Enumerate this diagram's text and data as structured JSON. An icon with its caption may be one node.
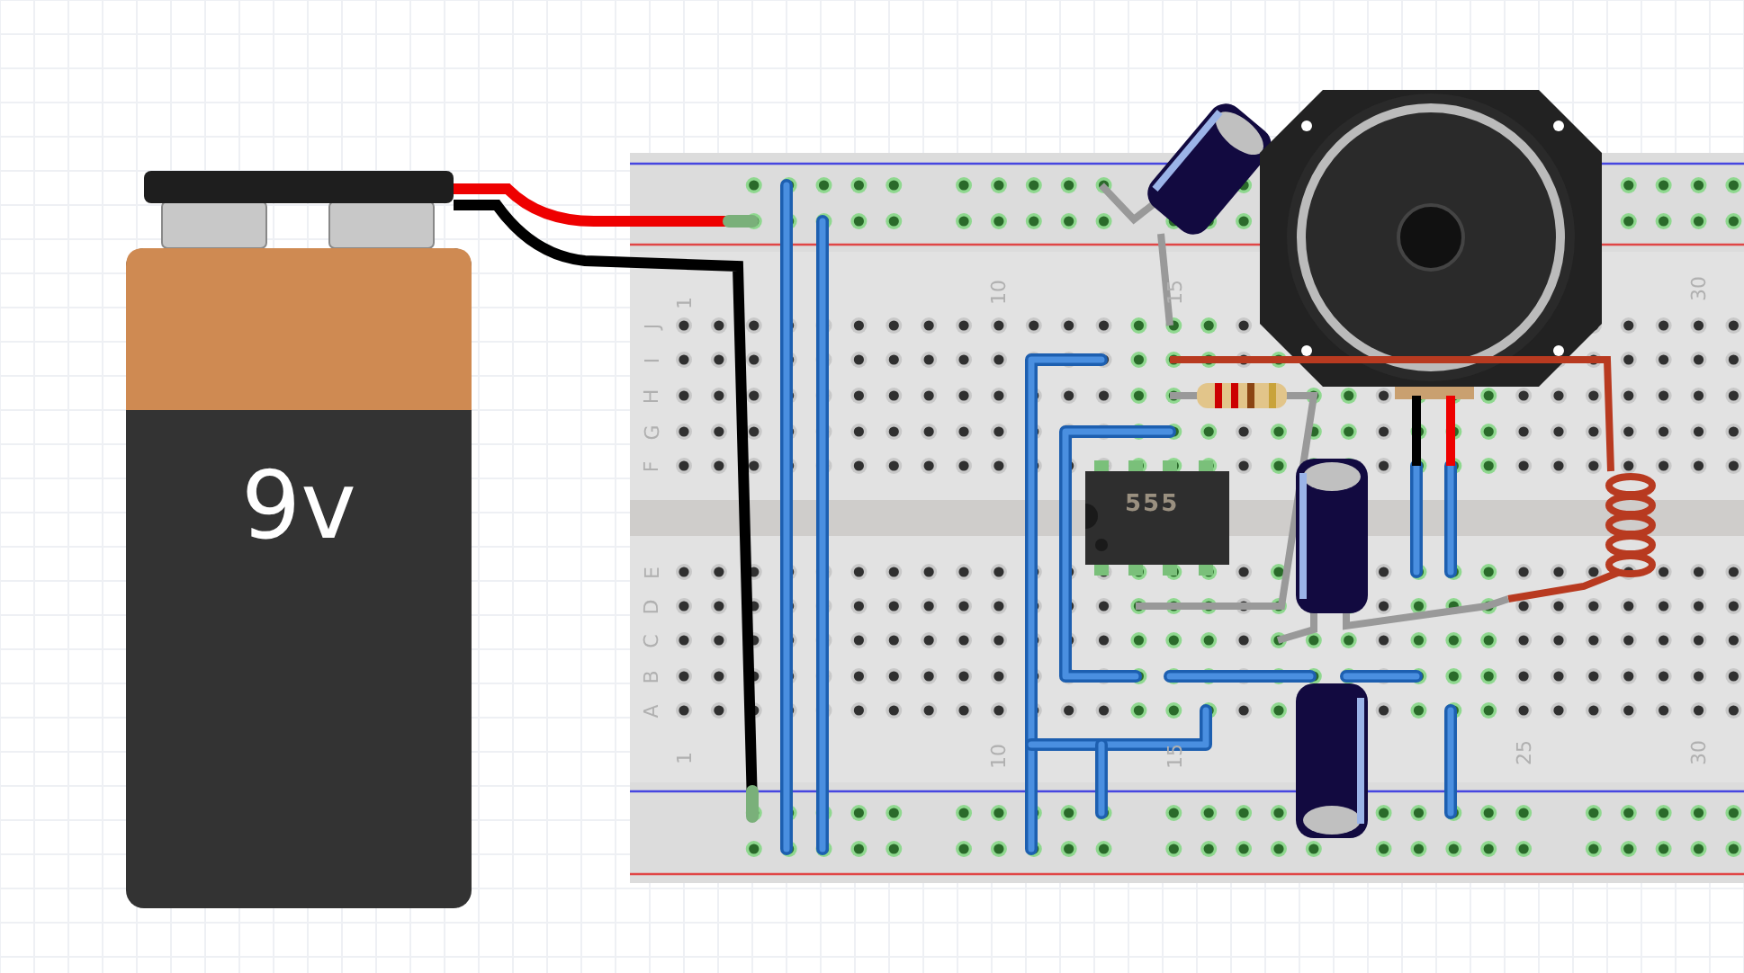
{
  "diagram": {
    "labels": [
      "1",
      "10",
      "15",
      "30",
      "J",
      "I",
      "H",
      "G",
      "F",
      "9v",
      "555",
      "E",
      "D",
      "C",
      "B",
      "A",
      "1",
      "10",
      "15",
      "25",
      "30"
    ]
  }
}
